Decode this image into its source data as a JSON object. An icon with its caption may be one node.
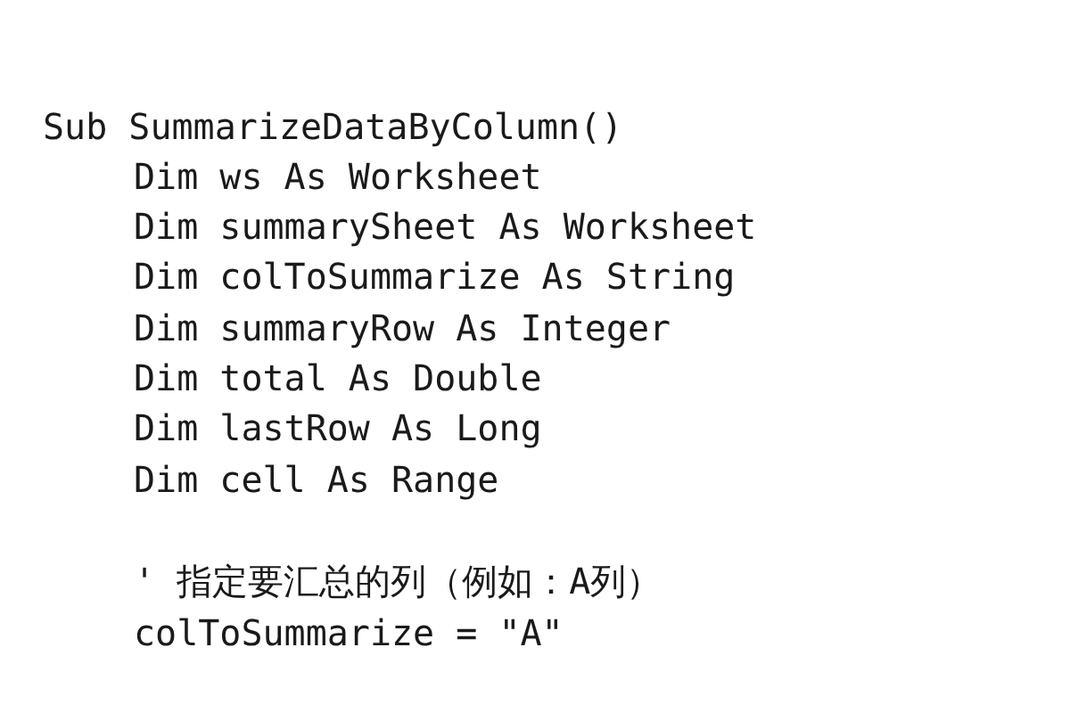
{
  "diagram": {
    "labels": [
      "Sub SummarizeDataByColumn()",
      "Dim ws As Worksheet",
      "Dim summarySheet As Worksheet",
      "Dim colToSummarize As String",
      "Dim summaryRow As Integer",
      "Dim total As Double",
      "Dim lastRow As Long",
      "Dim cell As Range",
      "' 指定要汇总的列（例如：A列）",
      "colToSummarize = \"A\""
    ]
  }
}
